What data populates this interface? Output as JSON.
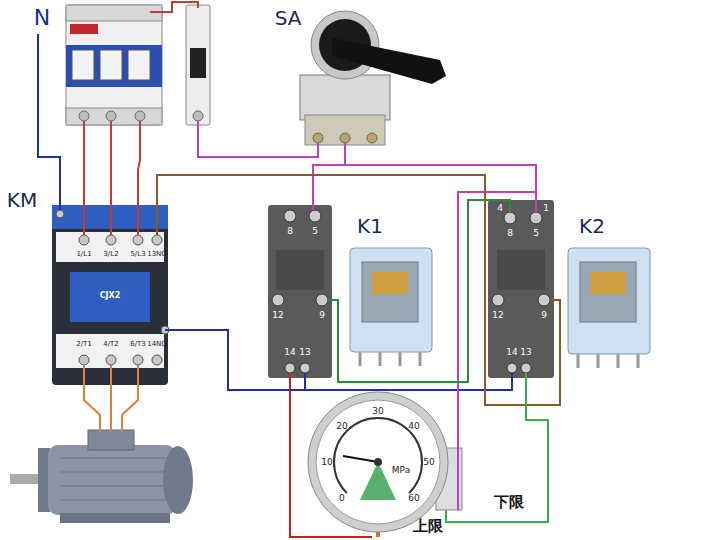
{
  "diagram": {
    "labels": [
      "N",
      "SA",
      "KM",
      "1/L1",
      "3/L2",
      "5/L3",
      "13NO",
      "K1",
      "8",
      "5",
      "K2",
      "4",
      "1",
      "8",
      "5",
      "CJX2",
      "12",
      "9",
      "12",
      "9",
      "14",
      "13",
      "14",
      "13",
      "2/T1",
      "4/T2",
      "6/T3",
      "14NO",
      "0",
      "10",
      "20",
      "30",
      "40",
      "50",
      "60",
      "MPa",
      "下限",
      "上限"
    ]
  }
}
